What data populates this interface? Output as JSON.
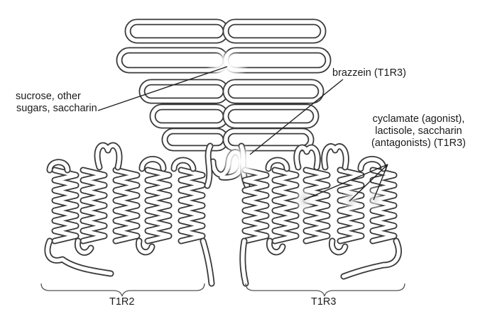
{
  "labels": {
    "sugars_line1": "sucrose, other",
    "sugars_line2": "sugars, saccharin",
    "brazzein": "brazzein (T1R3)",
    "cyclamate_line1": "cyclamate (agonist),",
    "cyclamate_line2": "lactisole, saccharin",
    "cyclamate_line3": "(antagonists) (T1R3)",
    "t1r2": "T1R2",
    "t1r3": "T1R3"
  },
  "colors": {
    "outline": "#3a3a3a",
    "fill": "#ffffff",
    "binding_highlight": "#ffffff",
    "text": "#1a1a1a"
  }
}
